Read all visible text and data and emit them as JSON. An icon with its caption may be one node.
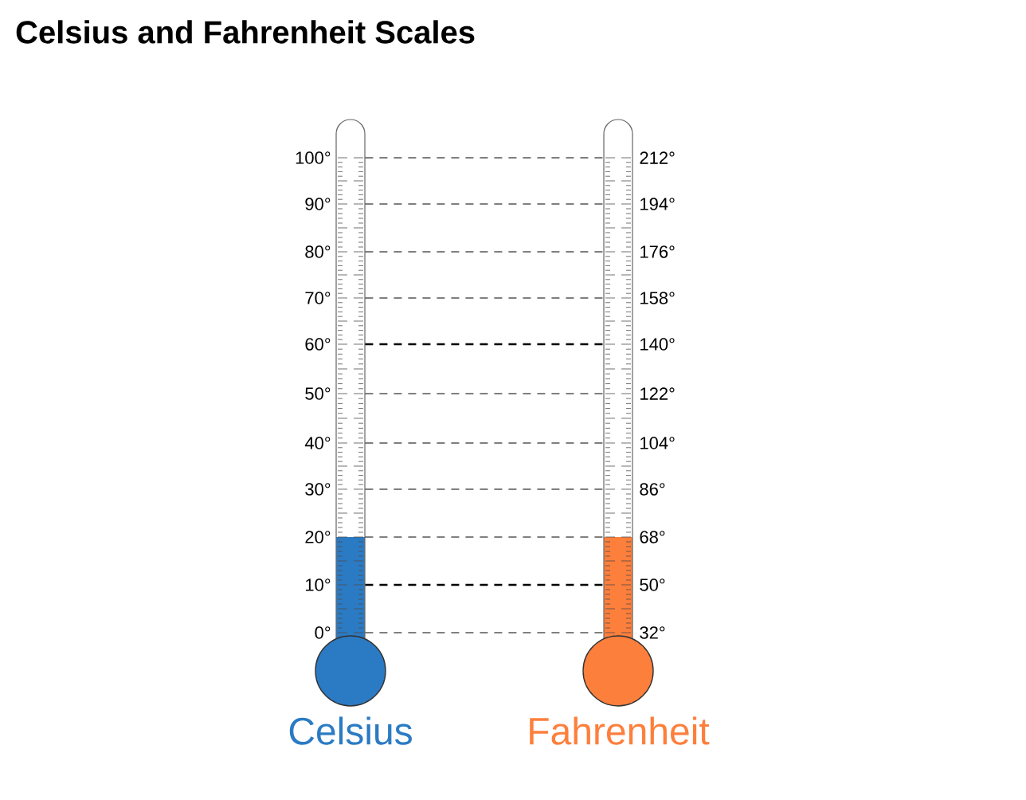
{
  "diagram": {
    "title": "Celsius and Fahrenheit Scales",
    "nodes": [
      {
        "text": [
          "Celsius"
        ]
      },
      {
        "text": [
          "Fahrenheit"
        ]
      }
    ],
    "edges": [
      {
        "from": 0,
        "to": 1,
        "arrow": "none",
        "style": "dashed"
      },
      {
        "from": 0,
        "to": 1,
        "arrow": "none",
        "style": "dashed"
      },
      {
        "from": 0,
        "to": 1,
        "arrow": "none",
        "style": "dashed"
      },
      {
        "from": 0,
        "to": 1,
        "arrow": "none",
        "style": "dashed"
      },
      {
        "from": 0,
        "to": 1,
        "arrow": "none",
        "style": "dashed"
      },
      {
        "from": 0,
        "to": 1,
        "arrow": "none",
        "style": "dashed"
      },
      {
        "from": 0,
        "to": 1,
        "arrow": "none",
        "style": "dashed"
      },
      {
        "from": 0,
        "to": 1,
        "arrow": "none",
        "style": "dashed"
      },
      {
        "from": 0,
        "to": 1,
        "arrow": "none",
        "style": "dashed"
      },
      {
        "from": 0,
        "to": 1,
        "arrow": "none",
        "style": "dashed"
      },
      {
        "from": 0,
        "to": 1,
        "arrow": "none",
        "style": "dashed"
      }
    ],
    "labels": [
      "100°",
      "212°",
      "90°",
      "194°",
      "80°",
      "176°",
      "70°",
      "158°",
      "60°",
      "140°",
      "50°",
      "122°",
      "40°",
      "104°",
      "30°",
      "86°",
      "20°",
      "68°",
      "10°",
      "50°",
      "0°",
      "32°"
    ]
  }
}
